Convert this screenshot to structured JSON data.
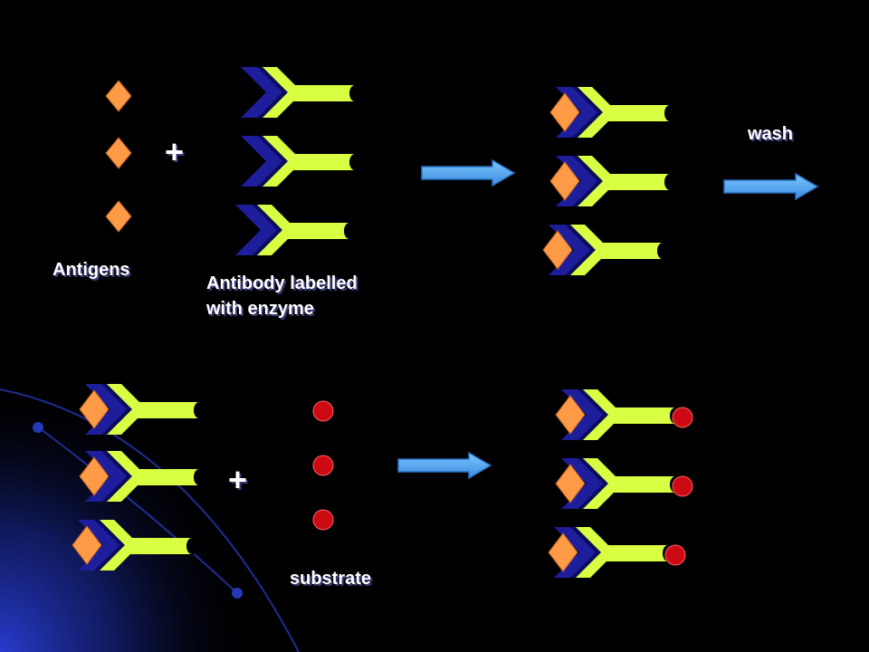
{
  "labels": {
    "antigens": "Antigens",
    "antibody_line1": "Antibody labelled",
    "antibody_line2": "with enzyme",
    "wash": "wash",
    "substrate": "substrate",
    "plus": "+"
  },
  "colors": {
    "background": "#000000",
    "antigen_fill": "#ff9a47",
    "antibody_arm": "#d8ff42",
    "antibody_core": "#1e1e9c",
    "antibody_core_dark": "#0c0c5e",
    "substrate_fill": "#cc0a14",
    "arrow_fill": "#55a9f2",
    "arrow_edge": "#2a6fc0",
    "glow_line": "#1a2f8a"
  },
  "icons": [
    "antigen-diamond",
    "antibody-y",
    "substrate-circle",
    "right-arrow"
  ]
}
